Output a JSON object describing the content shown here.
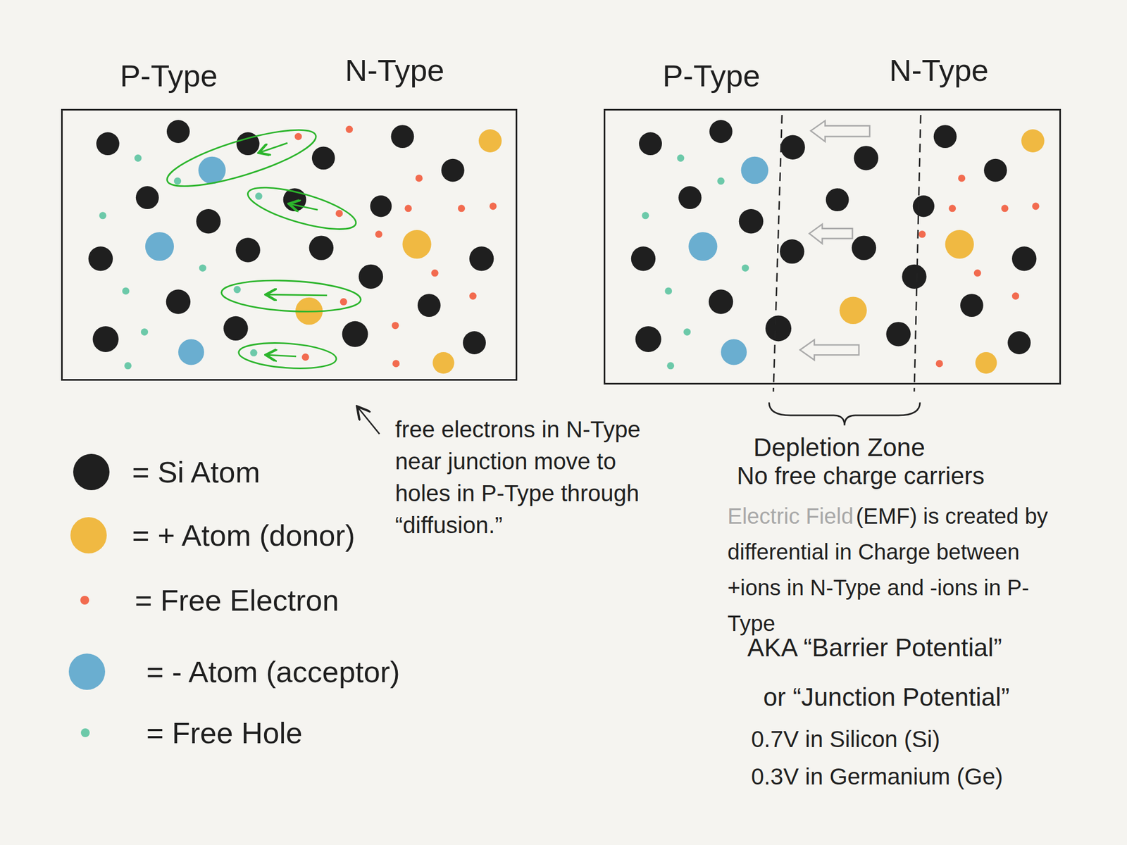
{
  "diagram": {
    "nodes": [
      {
        "text": [
          "P-Type",
          "N-Type"
        ]
      },
      {
        "text": [
          "P-Type",
          "N-Type"
        ]
      }
    ],
    "labels": [
      "free electrons in N-Type near junction move to holes in P-Type through “diffusion.”",
      "Depletion Zone",
      "No free charge carriers",
      "Electric Field",
      "(EMF) is created by differential in Charge between +ions in N-Type and -ions in P-Type",
      "AKA “Barrier Potential”",
      "or “Junction Potential”",
      "0.7V in Silicon (Si)",
      "0.3V in Germanium (Ge)"
    ],
    "legend": [
      {
        "text": "= Si Atom",
        "color": "#1f1f1f"
      },
      {
        "text": "= + Atom (donor)",
        "color": "#f0b942"
      },
      {
        "text": "= Free Electron",
        "color": "#f26b4f"
      },
      {
        "text": "= - Atom (acceptor)",
        "color": "#6aaed0"
      },
      {
        "text": "= Free Hole",
        "color": "#6cc9a9"
      }
    ]
  }
}
